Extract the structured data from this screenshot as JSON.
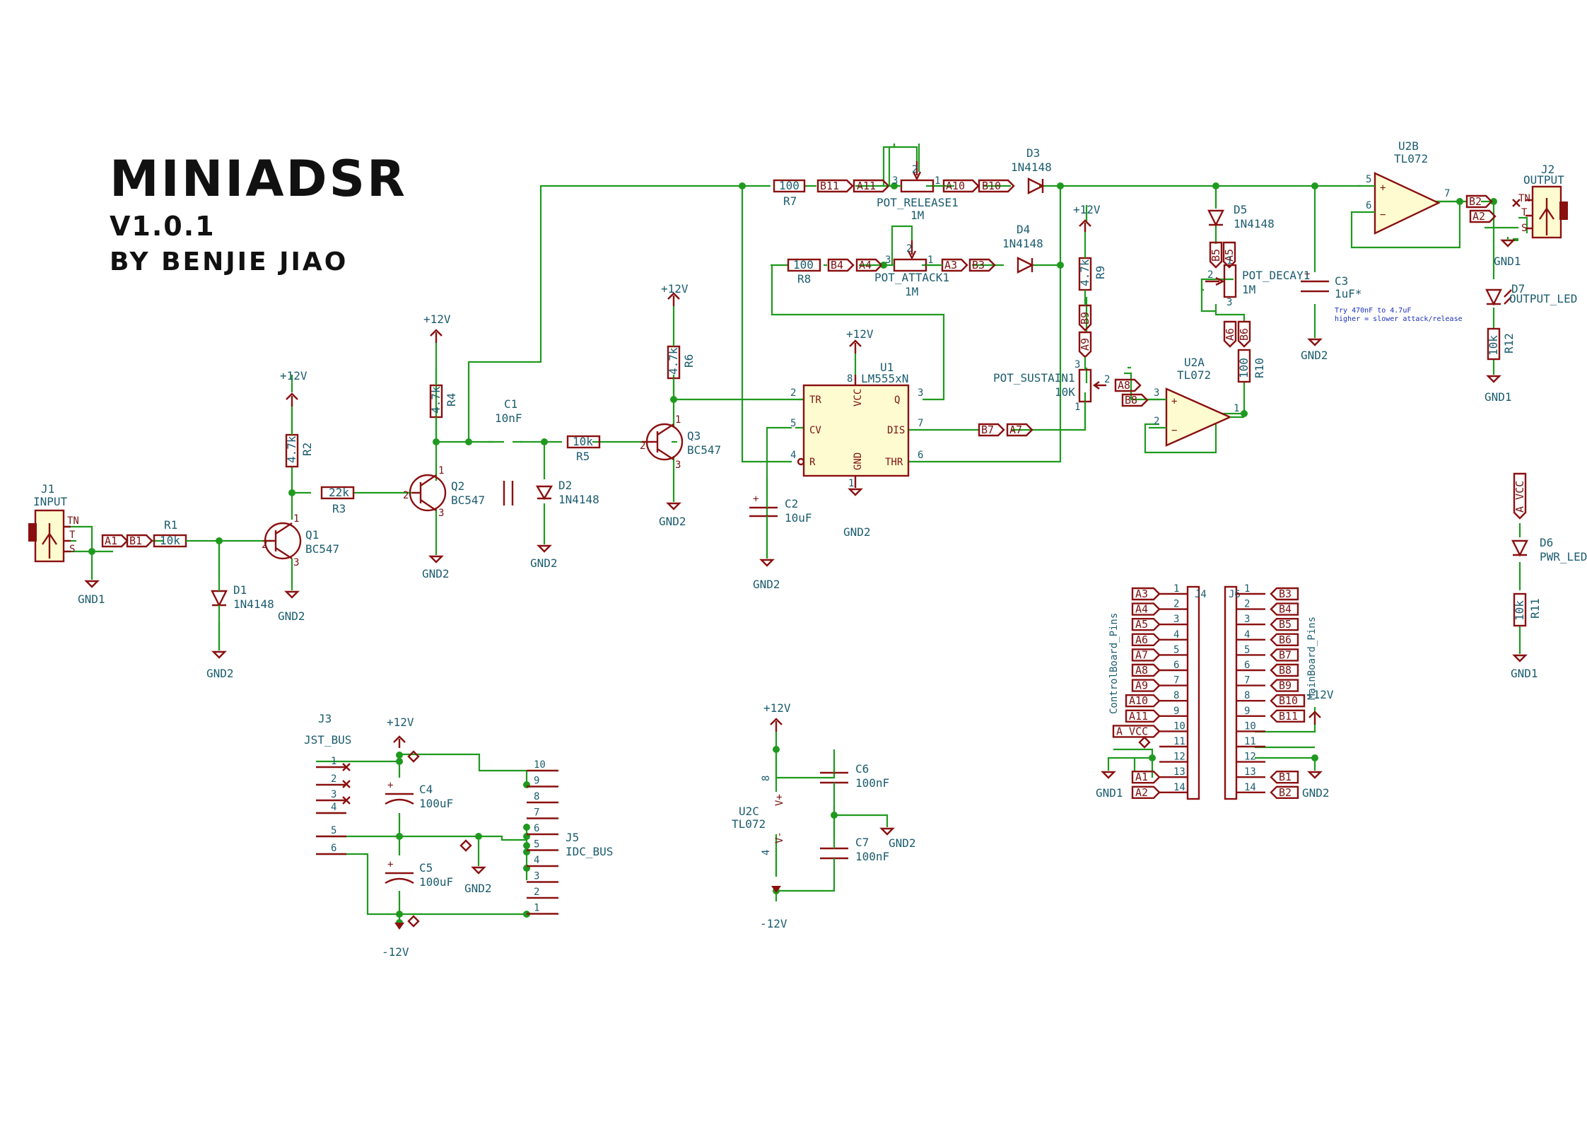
{
  "title": {
    "name": "MINIADSR",
    "version": "V1.0.1",
    "author": "BY BENJIE JIAO"
  },
  "power": {
    "p12": "+12V",
    "n12": "-12V",
    "gnd1": "GND1",
    "gnd2": "GND2"
  },
  "components": {
    "J1": {
      "ref": "J1",
      "value": "INPUT",
      "pins": [
        "TN",
        "T",
        "S"
      ]
    },
    "J2": {
      "ref": "J2",
      "value": "OUTPUT",
      "pins": [
        "TN",
        "T",
        "S"
      ]
    },
    "J3": {
      "ref": "J3",
      "value": "JST_BUS",
      "pins": [
        "1",
        "2",
        "3",
        "4",
        "5",
        "6"
      ]
    },
    "J5": {
      "ref": "J5",
      "value": "IDC_BUS",
      "pins": [
        "10",
        "9",
        "8",
        "7",
        "6",
        "5",
        "4",
        "3",
        "2",
        "1"
      ]
    },
    "R1": {
      "ref": "R1",
      "value": "10k"
    },
    "R2": {
      "ref": "R2",
      "value": "4.7k"
    },
    "R3": {
      "ref": "R3",
      "value": "22k"
    },
    "R4": {
      "ref": "R4",
      "value": "4.7k"
    },
    "R5": {
      "ref": "R5",
      "value": "10k"
    },
    "R6": {
      "ref": "R6",
      "value": "4.7k"
    },
    "R7": {
      "ref": "R7",
      "value": "100"
    },
    "R8": {
      "ref": "R8",
      "value": "100"
    },
    "R9": {
      "ref": "R9",
      "value": "4.7k"
    },
    "R10": {
      "ref": "R10",
      "value": "100"
    },
    "R11": {
      "ref": "R11",
      "value": "10k"
    },
    "R12": {
      "ref": "R12",
      "value": "10k"
    },
    "C1": {
      "ref": "C1",
      "value": "10nF"
    },
    "C2": {
      "ref": "C2",
      "value": "10uF"
    },
    "C3": {
      "ref": "C3",
      "value": "1uF*"
    },
    "C4": {
      "ref": "C4",
      "value": "100uF"
    },
    "C5": {
      "ref": "C5",
      "value": "100uF"
    },
    "C6": {
      "ref": "C6",
      "value": "100nF"
    },
    "C7": {
      "ref": "C7",
      "value": "100nF"
    },
    "D1": {
      "ref": "D1",
      "value": "1N4148"
    },
    "D2": {
      "ref": "D2",
      "value": "1N4148"
    },
    "D3": {
      "ref": "D3",
      "value": "1N4148"
    },
    "D4": {
      "ref": "D4",
      "value": "1N4148"
    },
    "D5": {
      "ref": "D5",
      "value": "1N4148"
    },
    "D6": {
      "ref": "D6",
      "value": "PWR_LED"
    },
    "D7": {
      "ref": "D7",
      "value": "OUTPUT_LED"
    },
    "Q1": {
      "ref": "Q1",
      "value": "BC547"
    },
    "Q2": {
      "ref": "Q2",
      "value": "BC547"
    },
    "Q3": {
      "ref": "Q3",
      "value": "BC547"
    },
    "U1": {
      "ref": "U1",
      "value": "LM555xN",
      "pins": {
        "TR": "TR",
        "CV": "CV",
        "R": "R",
        "VCC": "VCC",
        "GND": "GND",
        "Q": "Q",
        "DIS": "DIS",
        "THR": "THR"
      }
    },
    "U2A": {
      "ref": "U2A",
      "value": "TL072"
    },
    "U2B": {
      "ref": "U2B",
      "value": "TL072"
    },
    "U2C": {
      "ref": "U2C",
      "value": "TL072",
      "vp": "V+",
      "vn": "V-"
    },
    "POT_RELEASE1": {
      "ref": "POT_RELEASE1",
      "value": "1M"
    },
    "POT_ATTACK1": {
      "ref": "POT_ATTACK1",
      "value": "1M"
    },
    "POT_DECAY1": {
      "ref": "POT_DECAY1",
      "value": "1M"
    },
    "POT_SUSTAIN1": {
      "ref": "POT_SUSTAIN1",
      "value": "10K"
    }
  },
  "c3_note": [
    "Try 470nF to 4.7uF",
    "higher = slower attack/release"
  ],
  "net_labels": {
    "A1": "A1",
    "B1": "B1",
    "B11": "B11",
    "A11": "A11",
    "A10": "A10",
    "B10": "B10",
    "B4": "B4",
    "A4": "A4",
    "A3": "A3",
    "B3": "B3",
    "B7": "B7",
    "A7": "A7",
    "A8": "A8",
    "B8": "B8",
    "A9": "A9",
    "B9": "B9",
    "B5": "B5",
    "A5": "A5",
    "A6": "A6",
    "B6": "B6",
    "B2": "B2",
    "A2": "A2",
    "A_VCC": "A_VCC"
  },
  "control_header": {
    "ref": "J4",
    "value": "ControlBoard_Pins",
    "pins": [
      "1",
      "2",
      "3",
      "4",
      "5",
      "6",
      "7",
      "8",
      "9",
      "10",
      "11",
      "12",
      "13",
      "14"
    ],
    "labels": [
      "A3",
      "A4",
      "A5",
      "A6",
      "A7",
      "A8",
      "A9",
      "A10",
      "A11",
      "A_VCC",
      "",
      "",
      "A1",
      "A2"
    ]
  },
  "main_header": {
    "ref": "J6",
    "value": "MainBoard_Pins",
    "pins": [
      "1",
      "2",
      "3",
      "4",
      "5",
      "6",
      "7",
      "8",
      "9",
      "10",
      "11",
      "12",
      "13",
      "14"
    ],
    "labels": [
      "B3",
      "B4",
      "B5",
      "B6",
      "B7",
      "B8",
      "B9",
      "B10",
      "B11",
      "",
      "",
      "",
      "B1",
      "B2"
    ]
  }
}
